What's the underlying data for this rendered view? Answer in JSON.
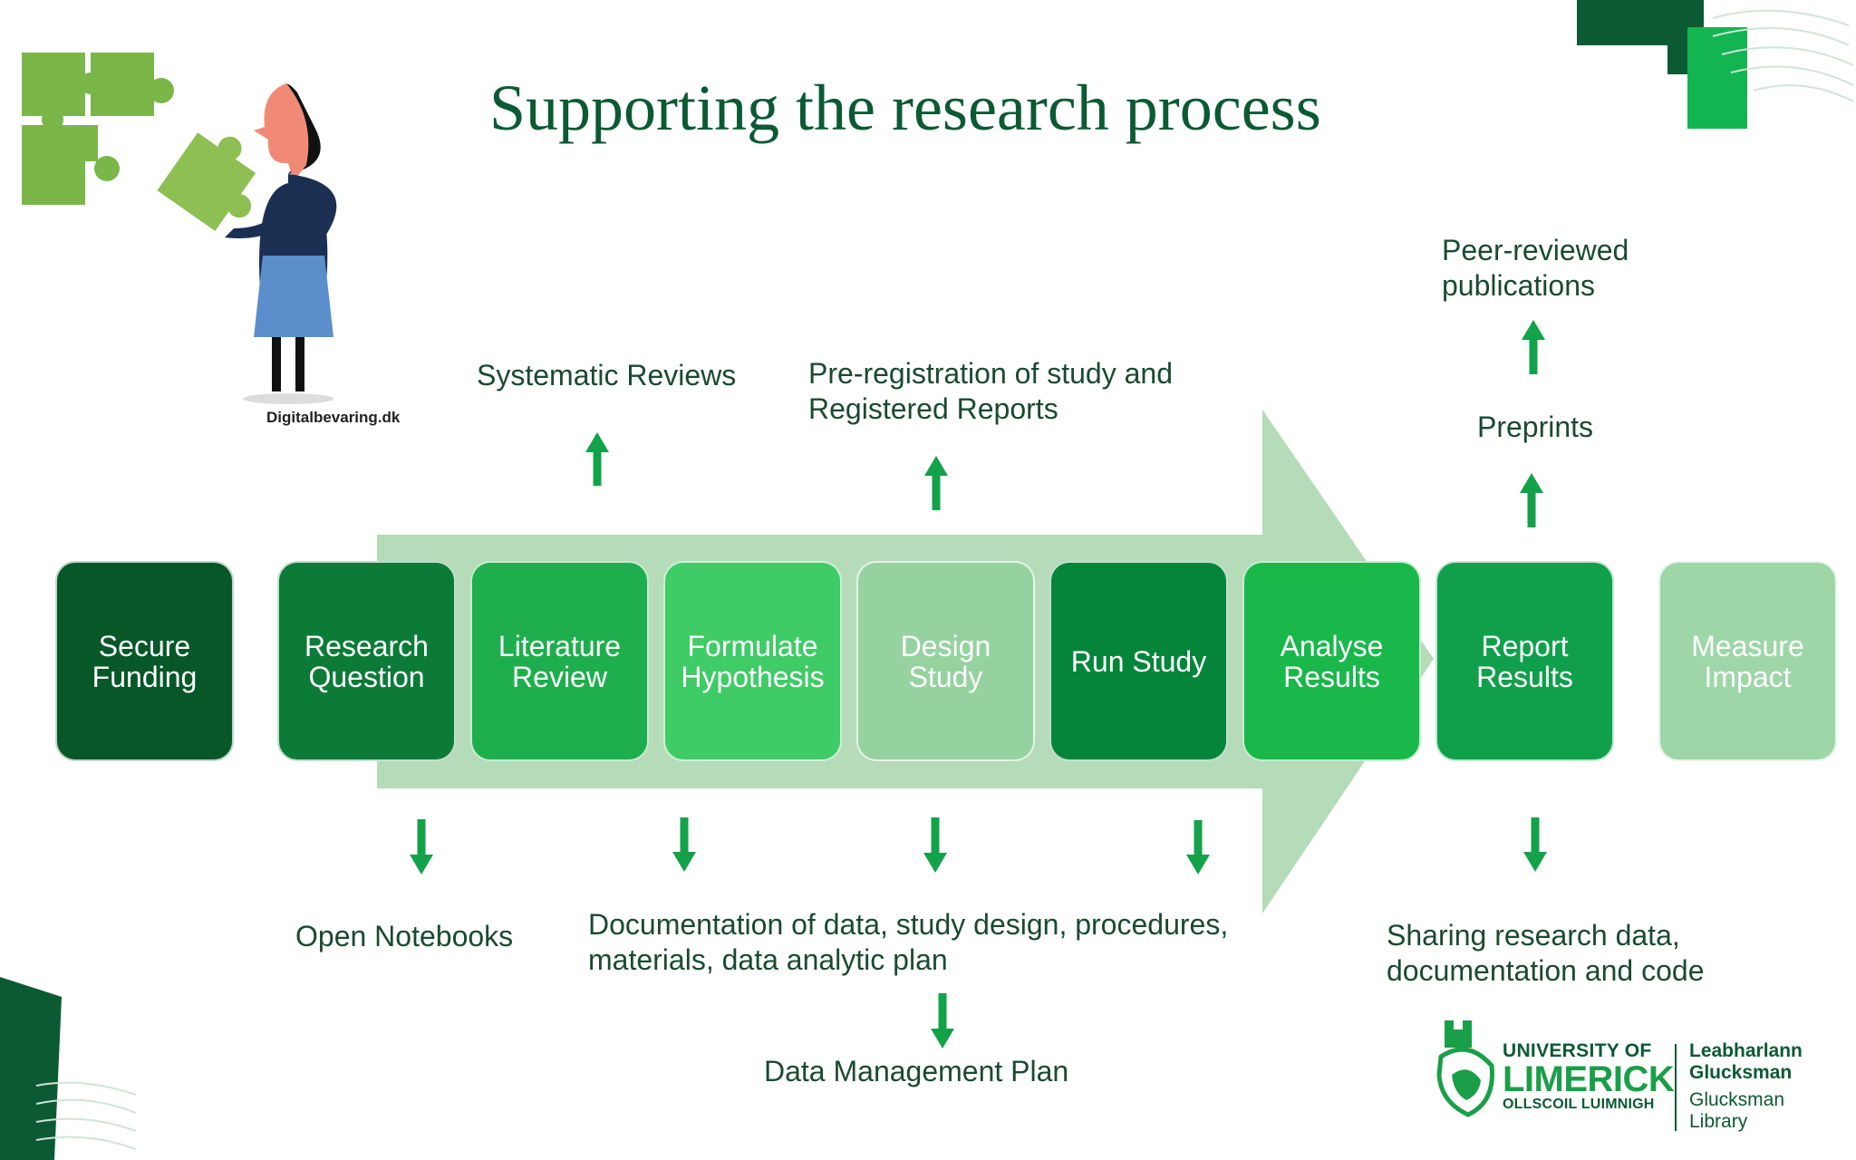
{
  "title": "Supporting the research process",
  "credit": "Digitalbevaring.dk",
  "colors": {
    "title": "#0b5a34",
    "big_arrow": "#b5dbb8",
    "small_arrow": "#13a24a"
  },
  "steps": [
    {
      "label": "Secure\nFunding",
      "color": "#075728"
    },
    {
      "label": "Research\nQuestion",
      "color": "#0d7b38"
    },
    {
      "label": "Literature\nReview",
      "color": "#1fae4d"
    },
    {
      "label": "Formulate\nHypothesis",
      "color": "#3fcb66"
    },
    {
      "label": "Design\nStudy",
      "color": "#96d2a0"
    },
    {
      "label": "Run Study",
      "color": "#05853a"
    },
    {
      "label": "Analyse\nResults",
      "color": "#1ab84b"
    },
    {
      "label": "Report\nResults",
      "color": "#10a04c"
    },
    {
      "label": "Measure\nImpact",
      "color": "#9ed6a8"
    }
  ],
  "annotations": {
    "systematic_reviews": "Systematic Reviews",
    "preregistration": "Pre-registration of study and\nRegistered Reports",
    "peer_reviewed": "Peer-reviewed\npublications",
    "preprints": "Preprints",
    "open_notebooks": "Open Notebooks",
    "documentation": "Documentation of data, study design, procedures,\nmaterials, data analytic plan",
    "data_management_plan": "Data Management Plan",
    "sharing": "Sharing research data,\ndocumentation and code"
  },
  "logo": {
    "line1": "UNIVERSITY OF",
    "line2": "LIMERICK",
    "line3": "OLLSCOIL LUIMNIGH",
    "lib1": "Leabharlann",
    "lib2": "Glucksman",
    "lib3": "Glucksman",
    "lib4": "Library"
  }
}
